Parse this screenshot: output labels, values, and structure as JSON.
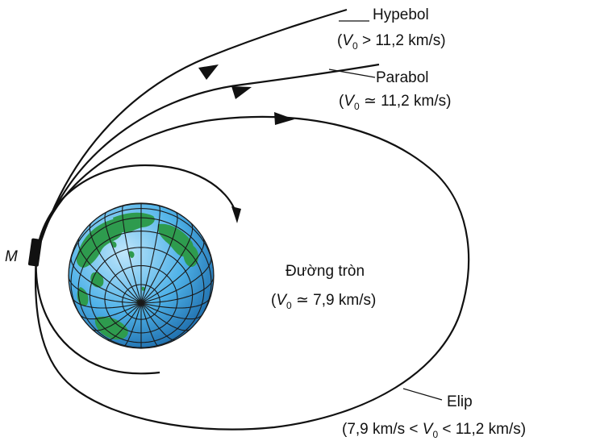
{
  "colors": {
    "ocean_light": "#bfe6fb",
    "ocean_mid": "#4fb2e8",
    "ocean_dark": "#1763a3",
    "land": "#2e9b4e",
    "line": "#111111"
  },
  "labels": {
    "point": "M",
    "hyperbola": {
      "name": "Hypebol",
      "open": "(",
      "v": "V",
      "sub": "0",
      "rest": " > 11,2 km/s)"
    },
    "parabola": {
      "name": "Parabol",
      "open": "(",
      "v": "V",
      "sub": "0",
      "rest": " ≃ 11,2 km/s)"
    },
    "circle": {
      "name": "Đường tròn",
      "open": "(",
      "v": "V",
      "sub": "0",
      "rest": " ≃ 7,9 km/s)"
    },
    "ellipse": {
      "name": "Elip",
      "open": "(7,9 km/s < ",
      "v": "V",
      "sub": "0",
      "rest": " < 11,2 km/s)"
    }
  }
}
